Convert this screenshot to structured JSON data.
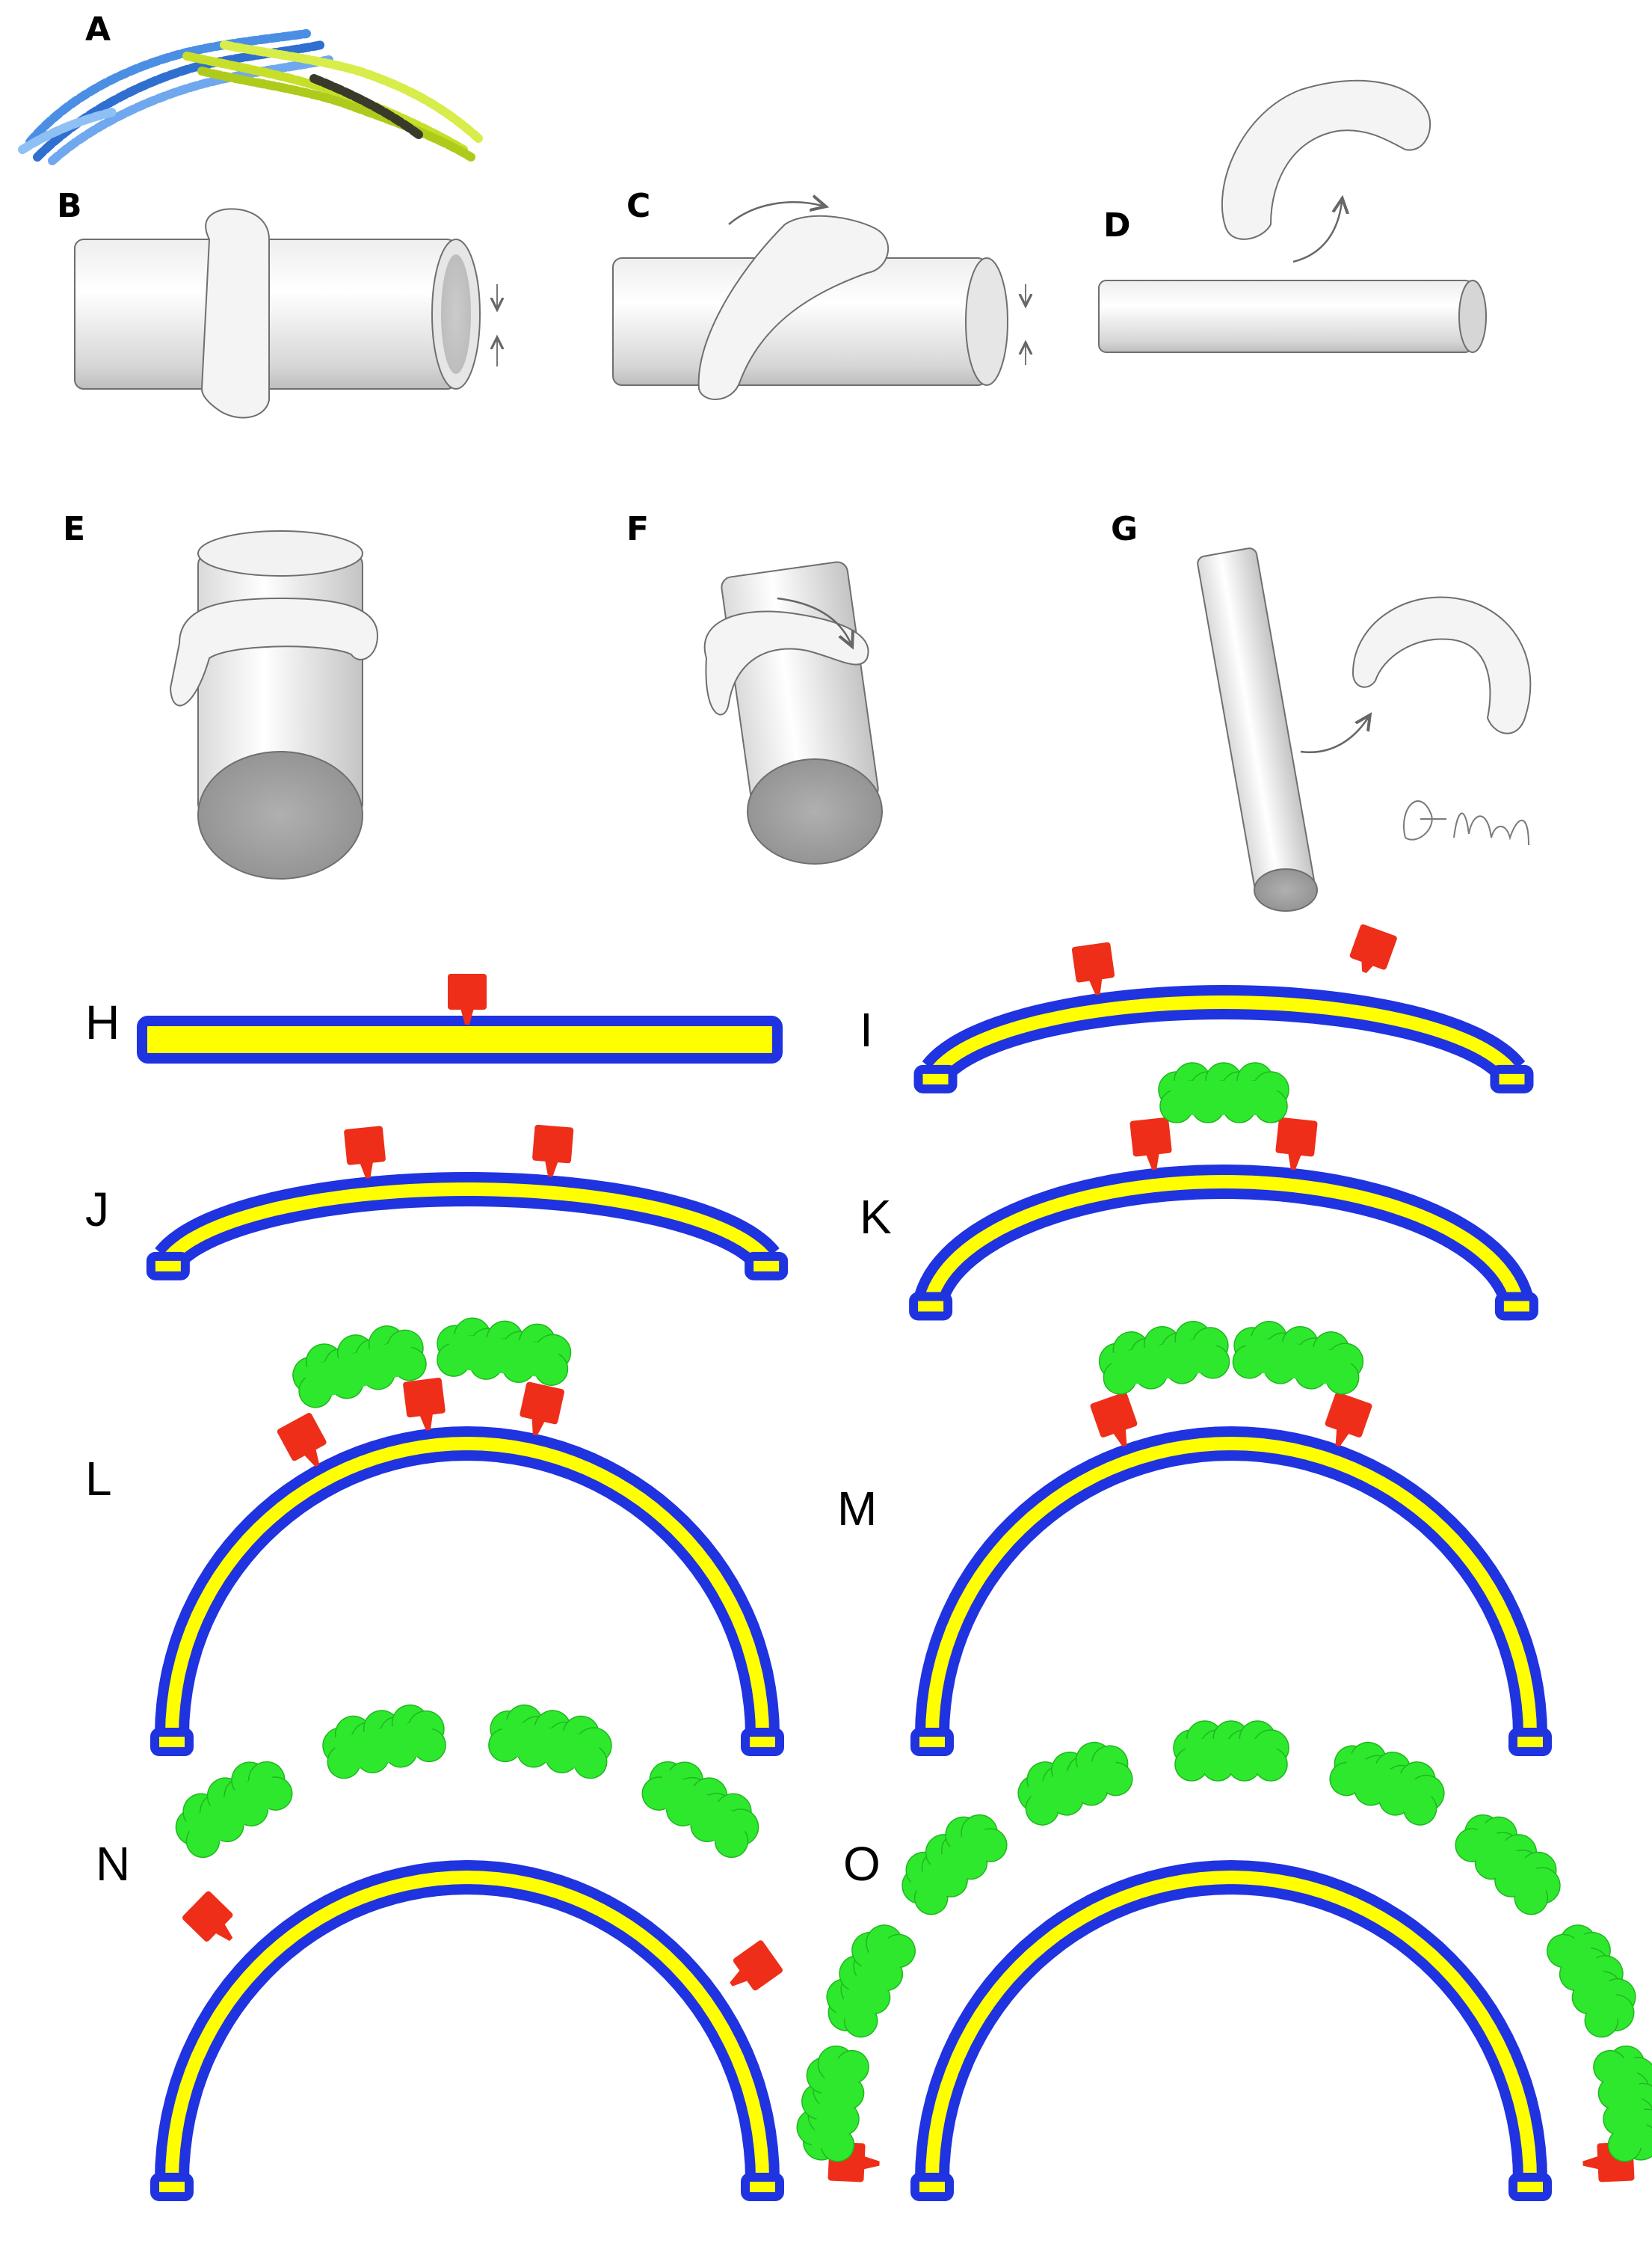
{
  "figure": {
    "panels": [
      {
        "id": "A",
        "label": "A",
        "kind": "protein-ribbon"
      },
      {
        "id": "B",
        "label": "B",
        "kind": "sketch-tube-ring-perpendicular"
      },
      {
        "id": "C",
        "label": "C",
        "kind": "sketch-tube-ring-tilted-rotating"
      },
      {
        "id": "D",
        "label": "D",
        "kind": "sketch-tube-ring-released"
      },
      {
        "id": "E",
        "label": "E",
        "kind": "sketch-tube-ring-perpendicular-end-view"
      },
      {
        "id": "F",
        "label": "F",
        "kind": "sketch-tube-ring-tilted-end-view"
      },
      {
        "id": "G",
        "label": "G",
        "kind": "sketch-tube-ring-released-end-view"
      },
      {
        "id": "H",
        "label": "H",
        "kind": "flat-membrane-one-anchor"
      },
      {
        "id": "I",
        "label": "I",
        "kind": "bent-membrane-binding-anchor"
      },
      {
        "id": "J",
        "label": "J",
        "kind": "bent-membrane-two-anchors"
      },
      {
        "id": "K",
        "label": "K",
        "kind": "membrane-one-protein-two-anchors"
      },
      {
        "id": "L",
        "label": "L",
        "kind": "arch-two-proteins-three-anchors"
      },
      {
        "id": "M",
        "label": "M",
        "kind": "arch-two-proteins-two-anchors"
      },
      {
        "id": "N",
        "label": "N",
        "kind": "arch-four-proteins-two-anchors"
      },
      {
        "id": "O",
        "label": "O",
        "kind": "arch-full-protein-coat"
      }
    ],
    "signature": "A. Muiz",
    "colors": {
      "membrane_outer": "#1f33e0",
      "membrane_core": "#ffff00",
      "anchor": "#ee2e18",
      "protein": "#2ee82e",
      "protein_edge": "#1fb81f",
      "helix_blue": "#4a8fe3",
      "helix_green": "#c8df2a",
      "sketch_stroke": "#6f6f6f"
    },
    "icons": [
      "rotation-arrow-icon",
      "compression-arrows-icon",
      "release-arrow-icon"
    ]
  }
}
